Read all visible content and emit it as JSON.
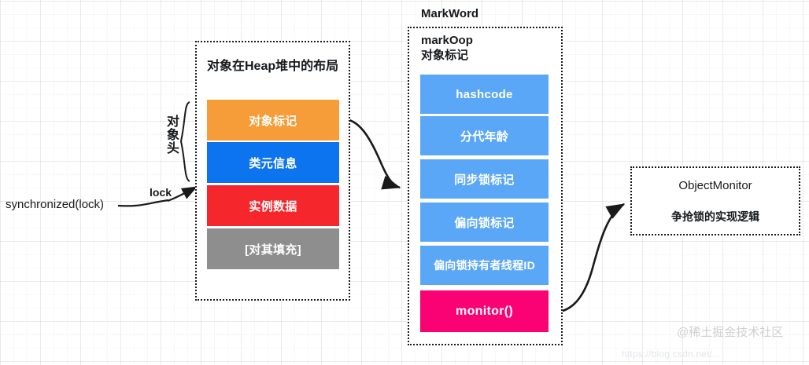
{
  "diagram": {
    "title_external_markword": "MarkWord",
    "heap_box": {
      "title": "对象在Heap堆中的布局",
      "blocks": [
        {
          "label": "对象标记",
          "color": "#F69C38"
        },
        {
          "label": "类元信息",
          "color": "#0B74EE"
        },
        {
          "label": "实例数据",
          "color": "#F5262C"
        },
        {
          "label": "[对其填充]",
          "color": "#8E8E8E"
        }
      ]
    },
    "markword_box": {
      "title_line1": "markOop",
      "title_line2": "对象标记",
      "blocks": [
        {
          "label": "hashcode",
          "color": "#5BA7F7"
        },
        {
          "label": "分代年龄",
          "color": "#5BA7F7"
        },
        {
          "label": "同步锁标记",
          "color": "#5BA7F7"
        },
        {
          "label": "偏向锁标记",
          "color": "#5BA7F7"
        },
        {
          "label": "偏向锁持有者线程ID",
          "color": "#5BA7F7"
        },
        {
          "label": "monitor()",
          "color": "#FA0273"
        }
      ]
    },
    "object_monitor_box": {
      "title": "ObjectMonitor",
      "subtitle": "争抢锁的实现逻辑"
    },
    "annotations": {
      "synchronized": "synchronized(lock)",
      "lock": "lock",
      "object_header": "对象头"
    },
    "watermark": {
      "text": "@稀土掘金技术社区",
      "url": "https://blog.csdn.net/..."
    }
  }
}
